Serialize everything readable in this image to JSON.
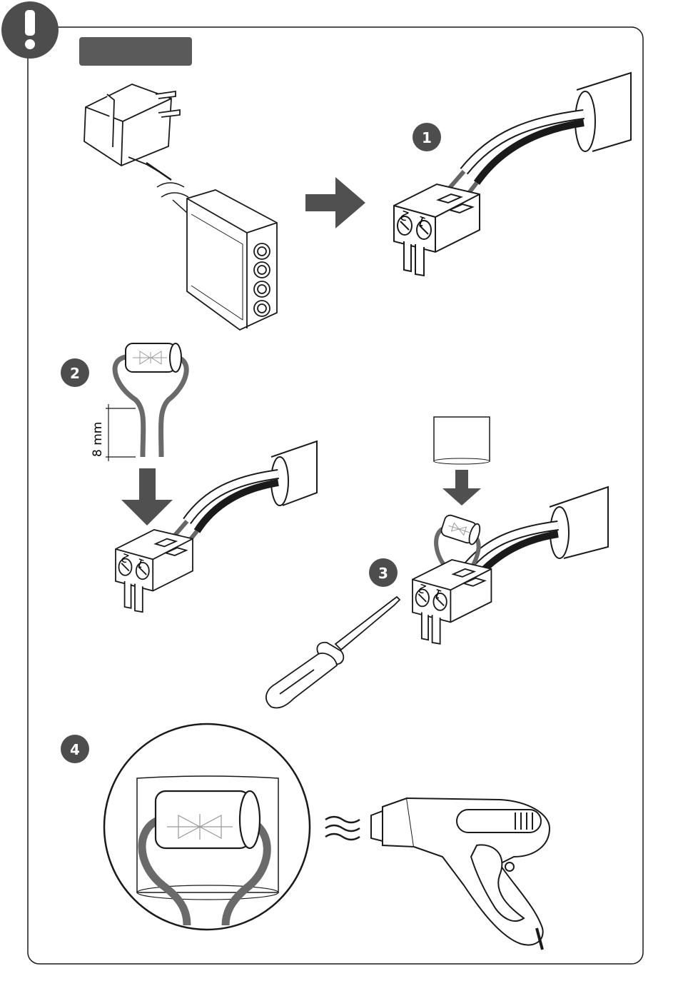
{
  "warning_symbol": "!",
  "header_bar_label": "",
  "steps": [
    {
      "number": "1"
    },
    {
      "number": "2"
    },
    {
      "number": "3"
    },
    {
      "number": "4"
    }
  ],
  "terminal_labels": [
    "1",
    "2"
  ],
  "dimension_label": "8 mm",
  "colors": {
    "step_badge": "#4d4d4d",
    "header_bar": "#5a5a5a",
    "arrow": "#505050",
    "wire": "#6a6a6a",
    "outline": "#1a1a1a"
  },
  "icons": [
    "warning-icon",
    "power-adapter-icon",
    "junction-box-icon",
    "arrow-right-icon",
    "terminal-block-icon",
    "cable-icon",
    "resistor-icon",
    "arrow-down-icon",
    "heat-shrink-tube-icon",
    "screwdriver-icon",
    "heat-gun-icon",
    "heat-waves-icon"
  ]
}
